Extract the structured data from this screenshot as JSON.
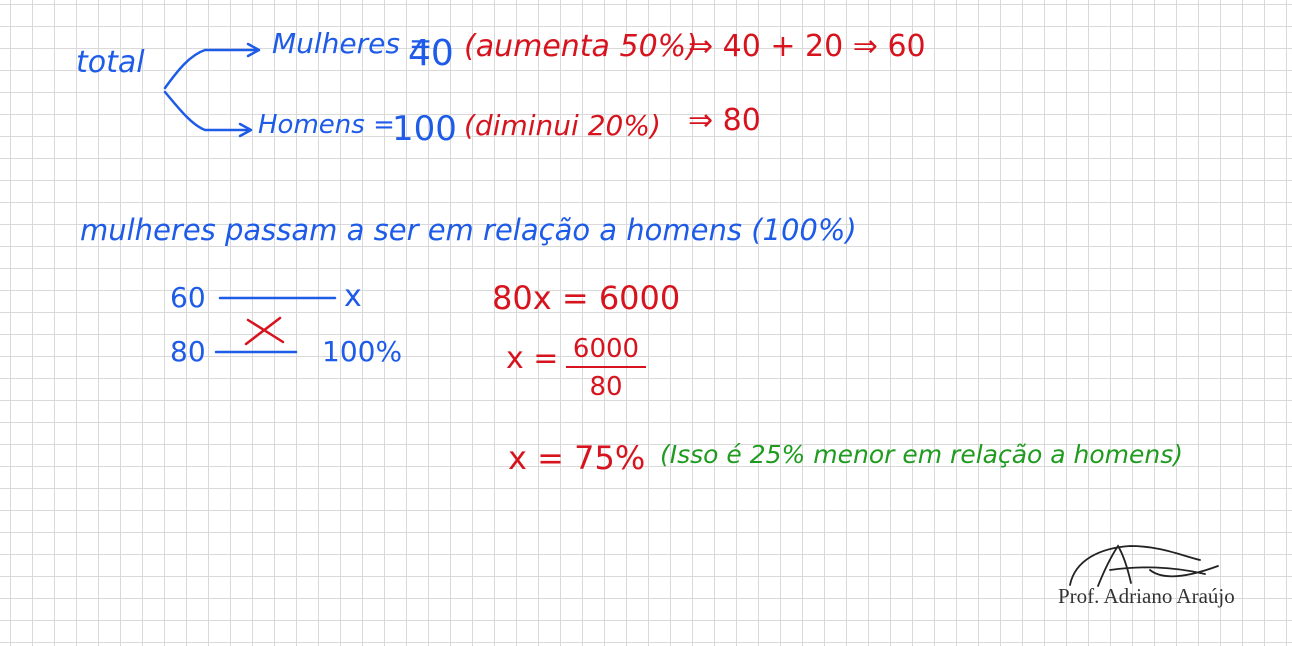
{
  "notes": {
    "total_label": "total",
    "mulheres_label": "Mulheres =",
    "mulheres_value": "40",
    "mulheres_change": "(aumenta 50%)",
    "mulheres_calc": "⇒ 40 + 20 ⇒ 60",
    "homens_label": "Homens =",
    "homens_value": "100",
    "homens_change": "(diminui 20%)",
    "homens_calc": "⇒ 80",
    "question": "mulheres passam a ser em relação a homens (100%)",
    "rule_of_three": {
      "row1_left": "60",
      "row1_right": "x",
      "row2_left": "80",
      "row2_right": "100%"
    },
    "equation": "80x = 6000",
    "fraction": {
      "lhs": "x =",
      "numerator": "6000",
      "denominator": "80"
    },
    "result_value": "x = 75%",
    "result_comment": "(Isso é 25% menor em relação a homens)"
  },
  "signature": {
    "name": "Prof. Adriano Araújo"
  },
  "colors": {
    "blue_ink": "#1d5be8",
    "red_ink": "#d7141e",
    "green_ink": "#1f9b1f",
    "grid": "#d9d9d9"
  }
}
